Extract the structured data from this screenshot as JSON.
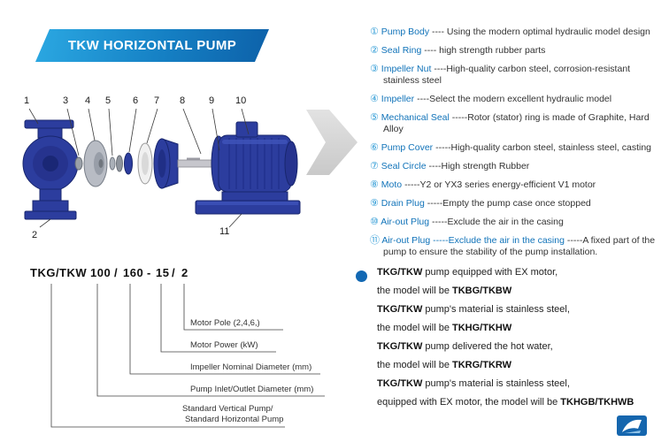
{
  "banner": {
    "title": "TKW HORIZONTAL PUMP"
  },
  "diagram": {
    "callouts": [
      "1",
      "3",
      "4",
      "5",
      "6",
      "7",
      "8",
      "9",
      "10",
      "2",
      "11"
    ]
  },
  "parts_list": {
    "items": [
      {
        "num": "①",
        "name": "Pump Body",
        "desc": "---- Using the modern optimal hydraulic model design"
      },
      {
        "num": "②",
        "name": "Seal Ring",
        "desc": "---- high strength rubber parts"
      },
      {
        "num": "③",
        "name": "Impeller Nut",
        "desc": "----High-quality carbon steel, corrosion-resistant stainless steel"
      },
      {
        "num": "④",
        "name": "Impeller",
        "desc": "----Select the modern excellent hydraulic model"
      },
      {
        "num": "⑤",
        "name": "Mechanical Seal",
        "desc": "-----Rotor (stator) ring is made of Graphite, Hard Alloy"
      },
      {
        "num": "⑥",
        "name": "Pump Cover",
        "desc": "-----High-quality carbon steel, stainless steel, casting"
      },
      {
        "num": "⑦",
        "name": "Seal Circle",
        "desc": "----High strength Rubber"
      },
      {
        "num": "⑧",
        "name": "Moto",
        "desc": "-----Y2 or YX3 series energy-efficient V1 motor"
      },
      {
        "num": "⑨",
        "name": "Drain Plug",
        "desc": "-----Empty the pump case once stopped"
      },
      {
        "num": "⑩",
        "name": "Air-out Plug",
        "desc": "-----Exclude the air in the casing"
      },
      {
        "num": "⑪",
        "name": "Air-out Plug -----Exclude the air in the casing",
        "desc": "-----A fixed part of the pump to ensure the stability of the pump installation."
      }
    ]
  },
  "model_code": {
    "segments": [
      "TKG/TKW",
      "100",
      "/",
      "160",
      "-",
      "15",
      "/",
      "2"
    ],
    "labels": [
      "Motor Pole (2,4,6,)",
      "Motor Power  (kW)",
      "Impeller Nominal Diameter (mm)",
      "Pump Inlet/Outlet Diameter (mm)",
      "Standard Vertical Pump/",
      "Standard  Horizontal Pump"
    ]
  },
  "notes": {
    "lines": [
      [
        {
          "t": "TKG/TKW",
          "b": true
        },
        {
          "t": " pump equipped with EX motor,",
          "b": false
        }
      ],
      [
        {
          "t": "the model will be ",
          "b": false
        },
        {
          "t": "TKBG/TKBW",
          "b": true
        }
      ],
      [
        {
          "t": "TKG/TKW",
          "b": true
        },
        {
          "t": " pump's material is stainless steel,",
          "b": false
        }
      ],
      [
        {
          "t": "the model will be ",
          "b": false
        },
        {
          "t": "TKHG/TKHW",
          "b": true
        }
      ],
      [
        {
          "t": "TKG/TKW",
          "b": true
        },
        {
          "t": " pump delivered the hot water,",
          "b": false
        }
      ],
      [
        {
          "t": "the model will be ",
          "b": false
        },
        {
          "t": "TKRG/TKRW",
          "b": true
        }
      ],
      [
        {
          "t": "TKG/TKW",
          "b": true
        },
        {
          "t": " pump's material is stainless steel,",
          "b": false
        }
      ],
      [
        {
          "t": "equipped with EX motor, the model will be ",
          "b": false
        },
        {
          "t": "TKHGB/TKHWB",
          "b": true
        }
      ]
    ]
  },
  "colors": {
    "banner_blue": "#1580c4",
    "pump_blue": "#2c3d9e",
    "part_name_blue": "#1173b9",
    "number_blue": "#2e9bd6",
    "bullet_blue": "#1268b3",
    "arrow_gray": "#d7d7d7"
  }
}
